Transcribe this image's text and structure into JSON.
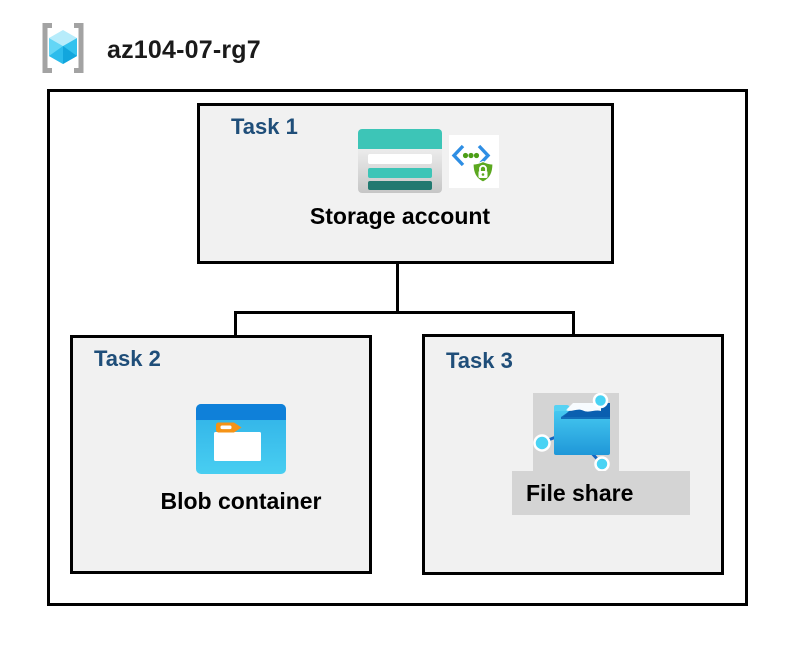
{
  "header": {
    "icon": "resource-group-icon",
    "title": "az104-07-rg7"
  },
  "diagram": {
    "boundary": "resource group box",
    "tasks": [
      {
        "label": "Task 1",
        "item": "Storage account",
        "icons": [
          "storage-account-icon",
          "sas-lock-icon"
        ],
        "selected": false
      },
      {
        "label": "Task 2",
        "item": "Blob container",
        "icons": [
          "blob-container-icon"
        ],
        "selected": false
      },
      {
        "label": "Task 3",
        "item": "File share",
        "icons": [
          "file-share-icon"
        ],
        "selected": true
      }
    ],
    "connections": [
      {
        "from": "Storage account",
        "to": "Blob container"
      },
      {
        "from": "Storage account",
        "to": "File share"
      }
    ]
  },
  "colors": {
    "task_label_blue": "#1f4e79",
    "box_fill_gray": "#f1f1f1",
    "box_border": "#000000",
    "selection_gray": "#d4d4d4",
    "storage_teal": "#3dc5b7",
    "storage_teal_dark": "#217970",
    "blob_band_blue": "#0f80d9",
    "blob_body_cyan": "#38bdeb",
    "folder_tab_orange": "#f59316",
    "fileshare_dark_blue": "#0a5fb0",
    "fileshare_body_cyan": "#2fb4e6",
    "node_cyan": "#49d3f4",
    "sas_bracket_blue": "#2e8ee4",
    "sas_green": "#5ba81f",
    "rg_bracket_gray": "#a3a3a3",
    "rg_cube_cyan": "#49c9f2"
  }
}
